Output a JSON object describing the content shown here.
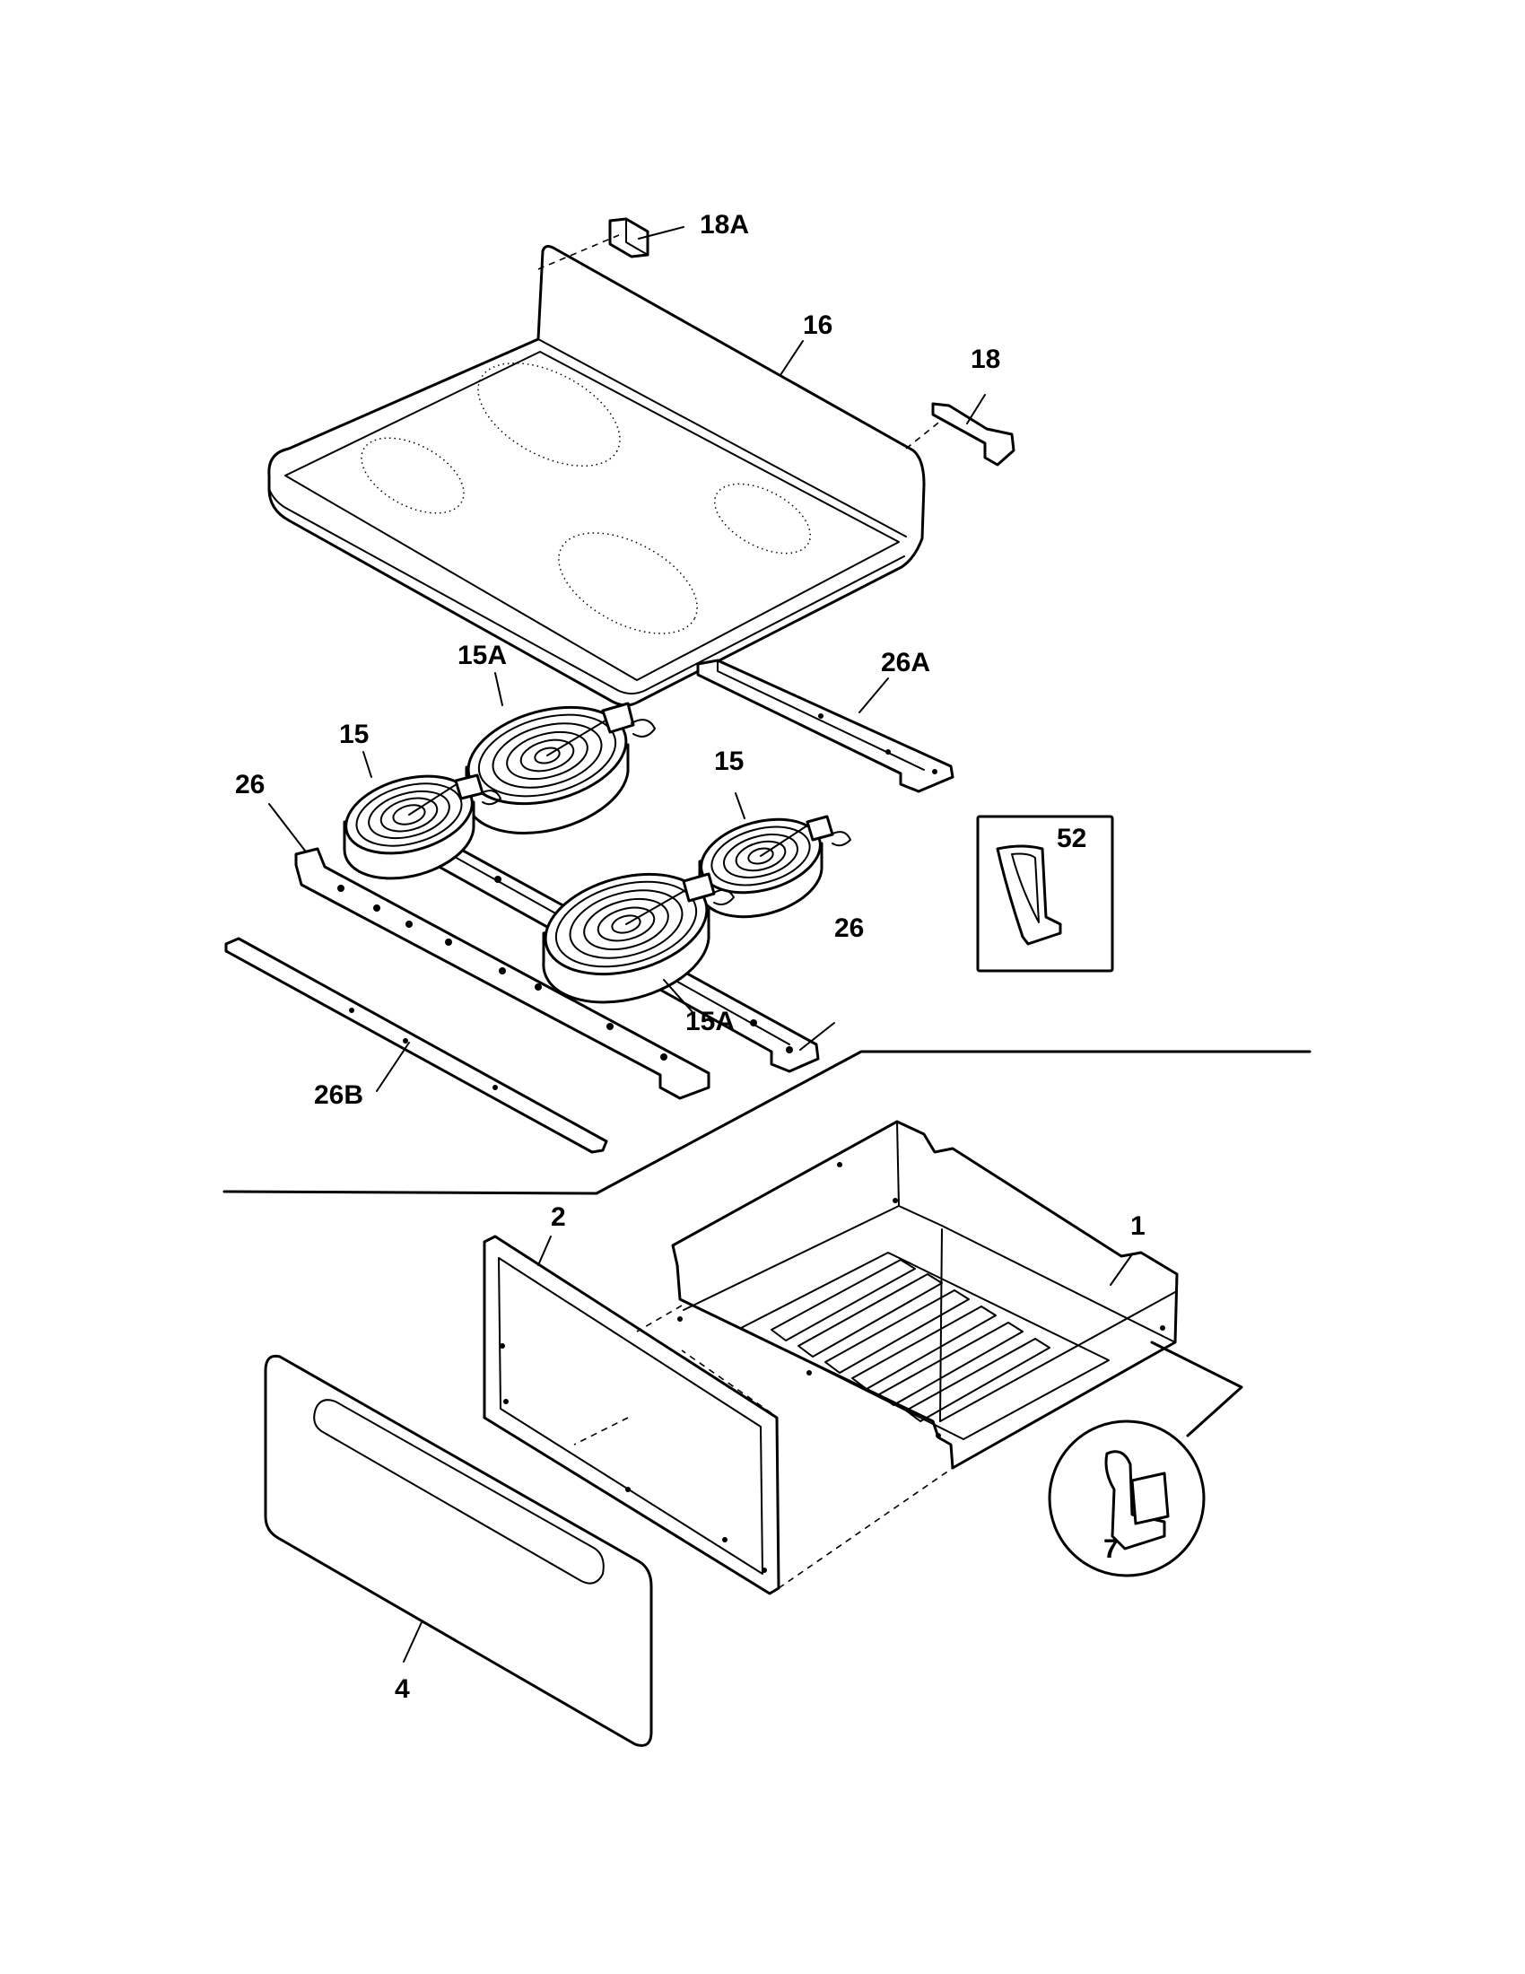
{
  "callouts": {
    "c18a": "18A",
    "c16": "16",
    "c18": "18",
    "c15a_top": "15A",
    "c26a": "26A",
    "c15_left": "15",
    "c15_right": "15",
    "c26_left": "26",
    "c52": "52",
    "c26_right": "26",
    "c15a_bottom": "15A",
    "c26b": "26B",
    "c2": "2",
    "c1": "1",
    "c7": "7",
    "c4": "4"
  }
}
